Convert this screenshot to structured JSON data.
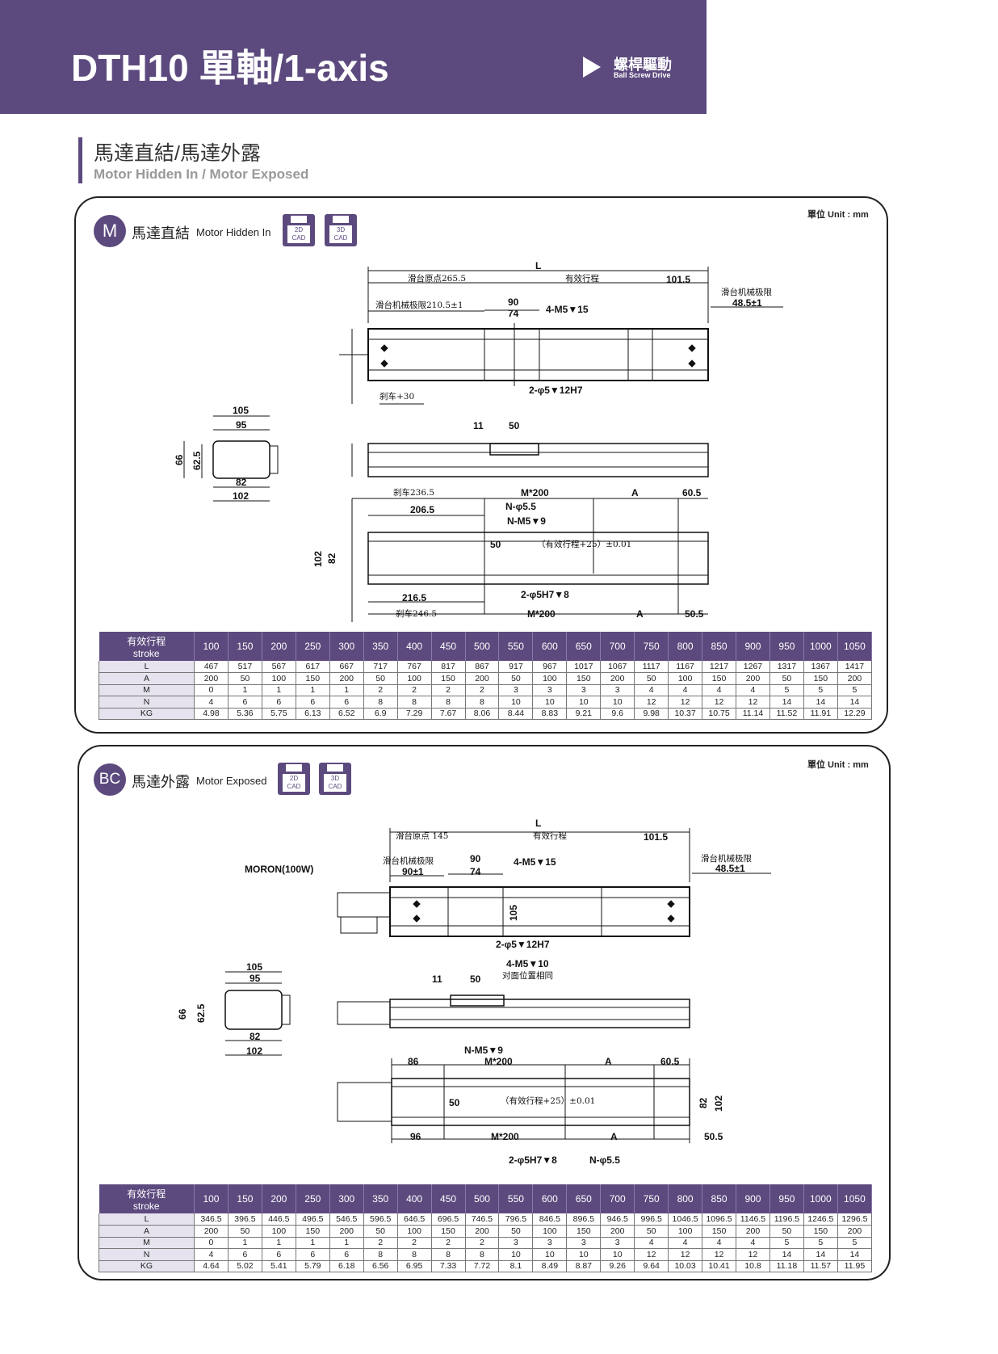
{
  "header": {
    "title": "DTH10 單軸/1-axis",
    "drive_zh": "螺桿驅動",
    "drive_en": "Ball Screw Drive"
  },
  "section": {
    "title_zh": "馬達直結/馬達外露",
    "title_en": "Motor Hidden In / Motor Exposed"
  },
  "panels": [
    {
      "badge": "M",
      "title_zh": "馬達直結",
      "title_en": "Motor Hidden In",
      "cad2d": "2D\nCAD",
      "cad2d_a": "2D",
      "cad2d_b": "CAD",
      "cad3d_a": "3D",
      "cad3d_b": "CAD",
      "unit": "單位 Unit : mm"
    },
    {
      "badge": "BC",
      "title_zh": "馬達外露",
      "title_en": "Motor Exposed",
      "cad2d_a": "2D",
      "cad2d_b": "CAD",
      "cad3d_a": "3D",
      "cad3d_b": "CAD",
      "unit": "單位 Unit : mm"
    }
  ],
  "drawings": {
    "hidden": {
      "L": "L",
      "origin": "滑台原点265.5",
      "eff": "有效行程",
      "d101": "101.5",
      "limit1": "滑台机械极限210.5±1",
      "d90": "90",
      "d74": "74",
      "m5_15": "4-M5▼15",
      "limit2a": "滑台机械极限",
      "limit2b": "48.5±1",
      "pin": "2-φ5▼12H7",
      "brake": "刹车+30",
      "e105": "105",
      "e95": "95",
      "e66": "66",
      "e625": "62.5",
      "e82": "82",
      "e102": "102",
      "s11": "11",
      "s50": "50",
      "brake2365": "刹车236.5",
      "m200a": "M*200",
      "A1": "A",
      "d605": "60.5",
      "d2065": "206.5",
      "nphi": "N-φ5.5",
      "nm5": "N-M5▼9",
      "b50": "50",
      "tol": "（有效行程+25）±0.01",
      "b102": "102",
      "b82": "82",
      "pin2": "2-φ5H7▼8",
      "d2165": "216.5",
      "brake2465": "刹车246.5",
      "m200b": "M*200",
      "A2": "A",
      "d505": "50.5"
    },
    "exposed": {
      "L": "L",
      "origin": "滑台原点 145",
      "eff": "有效行程",
      "d101": "101.5",
      "limit1a": "滑台机械极限",
      "limit1b": "90±1",
      "d90": "90",
      "d74": "74",
      "m5_15": "4-M5▼15",
      "limit2a": "滑台机械极限",
      "limit2b": "48.5±1",
      "motor": "MORON(100W)",
      "h105": "105",
      "pin": "2-φ5▼12H7",
      "e105": "105",
      "e95": "95",
      "e66": "66",
      "e625": "62.5",
      "e82": "82",
      "e102": "102",
      "s11": "11",
      "s50": "50",
      "m5_10": "4-M5▼10",
      "same": "对面位置相同",
      "nm5": "N-M5▼9",
      "m200a": "M*200",
      "d86": "86",
      "A1": "A",
      "d605": "60.5",
      "b50": "50",
      "tol": "（有效行程+25）±0.01",
      "b82": "82",
      "b102": "102",
      "d96": "96",
      "m200b": "M*200",
      "A2": "A",
      "d505": "50.5",
      "pin2": "2-φ5H7▼8",
      "nphi": "N-φ5.5"
    }
  },
  "tables": [
    {
      "header_zh": "有效行程",
      "header_en": "stroke",
      "strokes": [
        "100",
        "150",
        "200",
        "250",
        "300",
        "350",
        "400",
        "450",
        "500",
        "550",
        "600",
        "650",
        "700",
        "750",
        "800",
        "850",
        "900",
        "950",
        "1000",
        "1050"
      ],
      "rows": [
        {
          "label": "L",
          "values": [
            "467",
            "517",
            "567",
            "617",
            "667",
            "717",
            "767",
            "817",
            "867",
            "917",
            "967",
            "1017",
            "1067",
            "1117",
            "1167",
            "1217",
            "1267",
            "1317",
            "1367",
            "1417"
          ]
        },
        {
          "label": "A",
          "values": [
            "200",
            "50",
            "100",
            "150",
            "200",
            "50",
            "100",
            "150",
            "200",
            "50",
            "100",
            "150",
            "200",
            "50",
            "100",
            "150",
            "200",
            "50",
            "150",
            "200"
          ]
        },
        {
          "label": "M",
          "values": [
            "0",
            "1",
            "1",
            "1",
            "1",
            "2",
            "2",
            "2",
            "2",
            "3",
            "3",
            "3",
            "3",
            "4",
            "4",
            "4",
            "4",
            "5",
            "5",
            "5"
          ]
        },
        {
          "label": "N",
          "values": [
            "4",
            "6",
            "6",
            "6",
            "6",
            "8",
            "8",
            "8",
            "8",
            "10",
            "10",
            "10",
            "10",
            "12",
            "12",
            "12",
            "12",
            "14",
            "14",
            "14"
          ]
        },
        {
          "label": "KG",
          "values": [
            "4.98",
            "5.36",
            "5.75",
            "6.13",
            "6.52",
            "6.9",
            "7.29",
            "7.67",
            "8.06",
            "8.44",
            "8.83",
            "9.21",
            "9.6",
            "9.98",
            "10.37",
            "10.75",
            "11.14",
            "11.52",
            "11.91",
            "12.29"
          ]
        }
      ]
    },
    {
      "header_zh": "有效行程",
      "header_en": "stroke",
      "strokes": [
        "100",
        "150",
        "200",
        "250",
        "300",
        "350",
        "400",
        "450",
        "500",
        "550",
        "600",
        "650",
        "700",
        "750",
        "800",
        "850",
        "900",
        "950",
        "1000",
        "1050"
      ],
      "rows": [
        {
          "label": "L",
          "values": [
            "346.5",
            "396.5",
            "446.5",
            "496.5",
            "546.5",
            "596.5",
            "646.5",
            "696.5",
            "746.5",
            "796.5",
            "846.5",
            "896.5",
            "946.5",
            "996.5",
            "1046.5",
            "1096.5",
            "1146.5",
            "1196.5",
            "1246.5",
            "1296.5"
          ]
        },
        {
          "label": "A",
          "values": [
            "200",
            "50",
            "100",
            "150",
            "200",
            "50",
            "100",
            "150",
            "200",
            "50",
            "100",
            "150",
            "200",
            "50",
            "100",
            "150",
            "200",
            "50",
            "150",
            "200"
          ]
        },
        {
          "label": "M",
          "values": [
            "0",
            "1",
            "1",
            "1",
            "1",
            "2",
            "2",
            "2",
            "2",
            "3",
            "3",
            "3",
            "3",
            "4",
            "4",
            "4",
            "4",
            "5",
            "5",
            "5"
          ]
        },
        {
          "label": "N",
          "values": [
            "4",
            "6",
            "6",
            "6",
            "6",
            "8",
            "8",
            "8",
            "8",
            "10",
            "10",
            "10",
            "10",
            "12",
            "12",
            "12",
            "12",
            "14",
            "14",
            "14"
          ]
        },
        {
          "label": "KG",
          "values": [
            "4.64",
            "5.02",
            "5.41",
            "5.79",
            "6.18",
            "6.56",
            "6.95",
            "7.33",
            "7.72",
            "8.1",
            "8.49",
            "8.87",
            "9.26",
            "9.64",
            "10.03",
            "10.41",
            "10.8",
            "11.18",
            "11.57",
            "11.95"
          ]
        }
      ]
    }
  ]
}
